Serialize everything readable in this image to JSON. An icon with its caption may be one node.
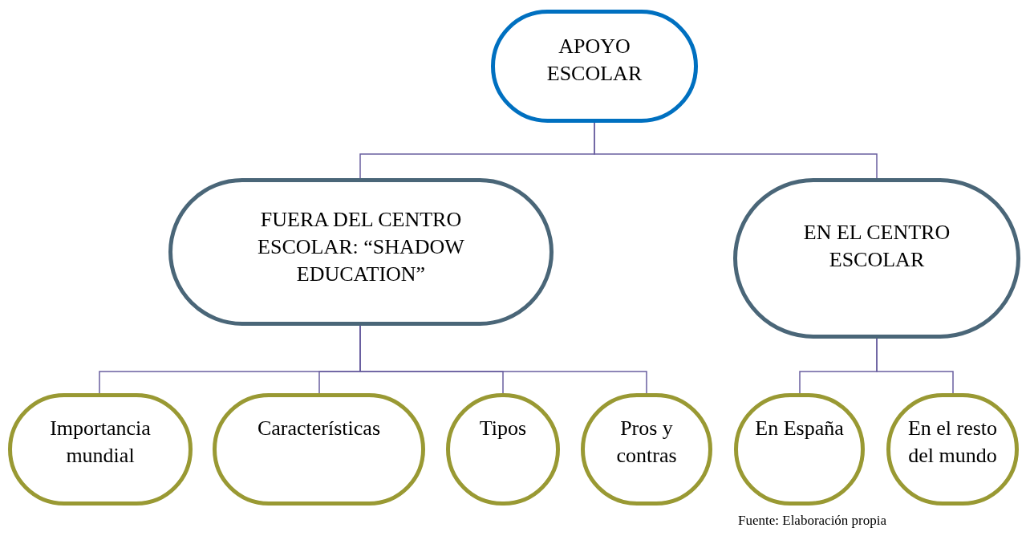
{
  "diagram": {
    "nodes": [
      {
        "text": [
          "APOYO ESCOLAR"
        ]
      },
      {
        "text": [
          "FUERA DEL CENTRO ESCOLAR: “SHADOW EDUCATION”"
        ]
      },
      {
        "text": [
          "EN EL CENTRO ESCOLAR"
        ]
      },
      {
        "text": [
          "Importancia mundial"
        ]
      },
      {
        "text": [
          "Características"
        ]
      },
      {
        "text": [
          "Tipos"
        ]
      },
      {
        "text": [
          "Pros y contras"
        ]
      },
      {
        "text": [
          "En España"
        ]
      },
      {
        "text": [
          "En el resto del mundo"
        ]
      }
    ],
    "edges": [
      {
        "from": 0,
        "to": 1,
        "arrow": "none"
      },
      {
        "from": 0,
        "to": 2,
        "arrow": "none"
      },
      {
        "from": 1,
        "to": 3,
        "arrow": "none"
      },
      {
        "from": 1,
        "to": 4,
        "arrow": "none"
      },
      {
        "from": 1,
        "to": 5,
        "arrow": "none"
      },
      {
        "from": 1,
        "to": 6,
        "arrow": "none"
      },
      {
        "from": 2,
        "to": 7,
        "arrow": "none"
      },
      {
        "from": 2,
        "to": 8,
        "arrow": "none"
      }
    ],
    "caption": "Fuente: Elaboración propia"
  }
}
